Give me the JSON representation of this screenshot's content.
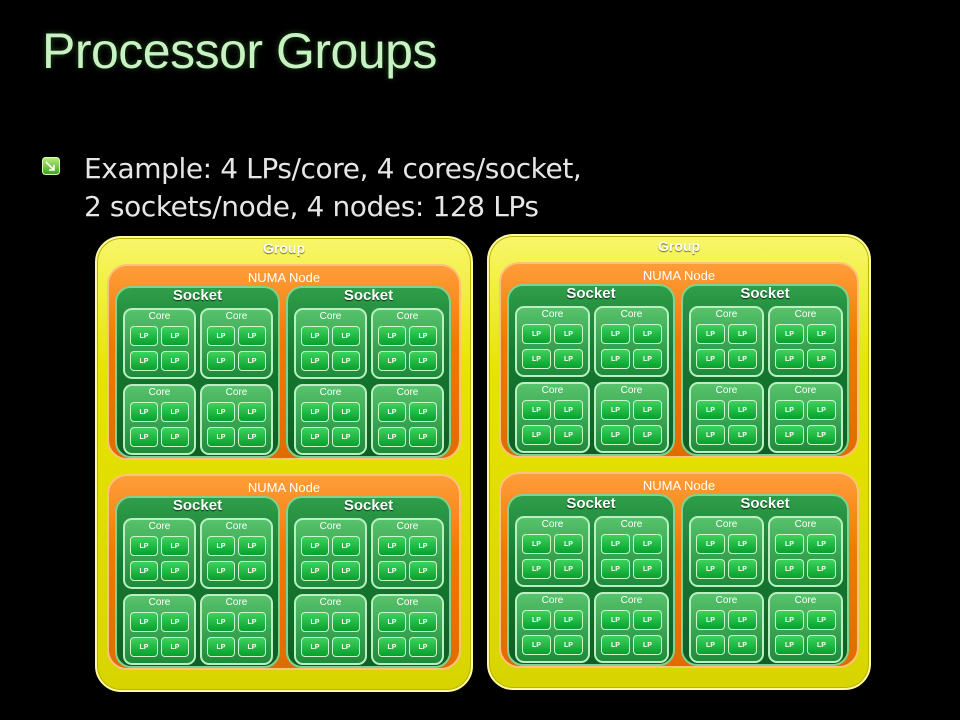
{
  "slide": {
    "title": "Processor Groups",
    "bullet_lines": [
      "Example: 4 LPs/core, 4 cores/socket,",
      "2 sockets/node, 4 nodes: 128 LPs"
    ],
    "bullet_icon": "arrow-bullet-icon"
  },
  "diagram": {
    "labels": {
      "group": "Group",
      "numa_node": "NUMA Node",
      "socket": "Socket",
      "core": "Core",
      "lp": "LP"
    },
    "structure": {
      "groups": 2,
      "numa_nodes_per_group": 2,
      "sockets_per_node": 2,
      "cores_per_socket": 4,
      "lps_per_core": 4
    },
    "colors": {
      "group": "#e7e300",
      "numa_node": "#f07a00",
      "socket": "#157a30",
      "core": "#3aa552",
      "lp": "#07a12d",
      "title": "#c7f2c1",
      "background": "#000000"
    }
  }
}
